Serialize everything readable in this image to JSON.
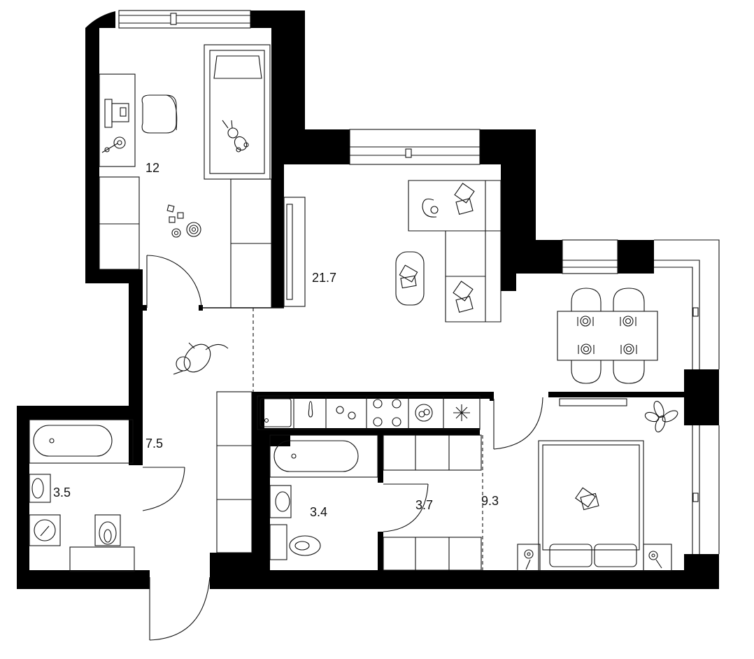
{
  "plan": {
    "rooms": [
      {
        "id": "kids-room",
        "area": "12"
      },
      {
        "id": "living-room",
        "area": "21.7"
      },
      {
        "id": "hallway",
        "area": "7.5"
      },
      {
        "id": "bathroom-left",
        "area": "3.5"
      },
      {
        "id": "bathroom-right",
        "area": "3.4"
      },
      {
        "id": "closet",
        "area": "3.7"
      },
      {
        "id": "bedroom",
        "area": "9.3"
      }
    ],
    "colors": {
      "wall": "#000000",
      "line": "#111111",
      "background": "#ffffff"
    },
    "icons": [
      "desk-icon",
      "office-chair-icon",
      "single-bed-icon",
      "teddy-bunny-icon",
      "toy-blocks-icon",
      "target-toy-icon",
      "wardrobe-icon",
      "tv-stand-icon",
      "sofa-icon",
      "cushion-icon",
      "coffee-table-icon",
      "dining-table-icon",
      "dining-chair-icon",
      "place-setting-icon",
      "kitchen-counter-icon",
      "sink-icon",
      "stove-icon",
      "fridge-icon",
      "bathtub-icon",
      "washbasin-icon",
      "toilet-icon",
      "washing-machine-icon",
      "double-bed-icon",
      "nightstand-icon",
      "lamp-icon",
      "plant-icon",
      "cat-icon",
      "door-icon",
      "window-icon"
    ]
  }
}
